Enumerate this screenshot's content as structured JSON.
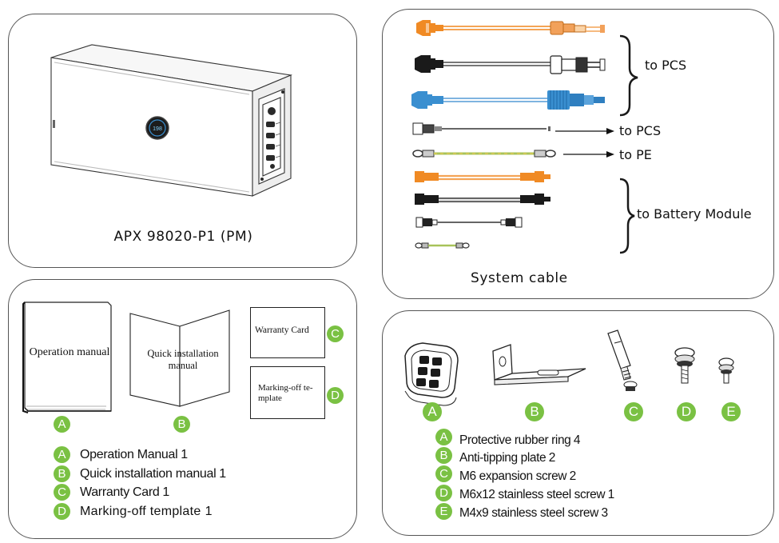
{
  "colors": {
    "badge": "#7ac143",
    "orange": "#f08a24",
    "blue": "#3a8fd0",
    "black": "#1a1a1a"
  },
  "product": {
    "model": "APX 98020-P1 (PM)",
    "display": "198"
  },
  "cables": {
    "caption": "System cable",
    "to_pcs_1": "to PCS",
    "to_pcs_2": "to PCS",
    "to_pe": "to PE",
    "to_battery": "to Battery Module"
  },
  "documents": {
    "operation_manual": "Operation manual",
    "quick_install": "Quick installation manual",
    "warranty_card": "Warranty Card",
    "marking_template": "Marking-off te-\nmplate",
    "labels": [
      "A",
      "B",
      "C",
      "D"
    ],
    "legend": [
      {
        "badge": "A",
        "text": "Operation Manual \u00031"
      },
      {
        "badge": "B",
        "text": "Quick installation manual \u00031"
      },
      {
        "badge": "C",
        "text": "Warranty Card \u00031"
      },
      {
        "badge": "D",
        "text": "Marking-off template  \u00031"
      }
    ]
  },
  "accessories": {
    "labels": [
      "A",
      "B",
      "C",
      "D",
      "E"
    ],
    "legend": [
      {
        "badge": "A",
        "text": "Protective rubber ring \u00034"
      },
      {
        "badge": "B",
        "text": "Anti-tipping plate \u00032"
      },
      {
        "badge": "C",
        "text": "M6 expansion screw \u00032"
      },
      {
        "badge": "D",
        "text": "M6x12 stainless steel screw \u00031"
      },
      {
        "badge": "E",
        "text": "M4x9 stainless steel screw \u00033"
      }
    ]
  }
}
